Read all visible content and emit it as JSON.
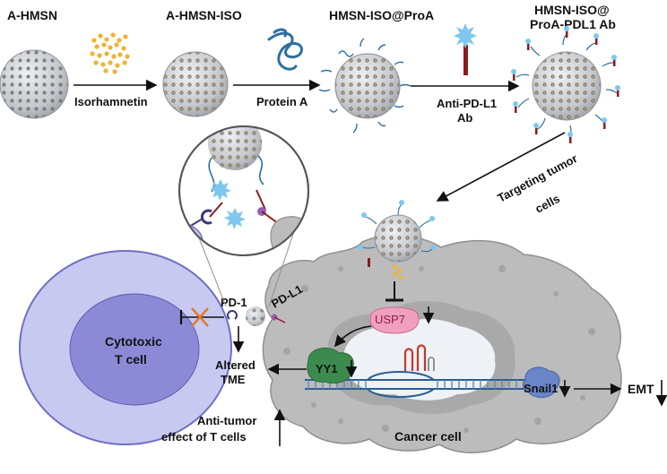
{
  "labels": {
    "a_hmsn": "A-HMSN",
    "a_hmsn_iso": "A-HMSN-ISO",
    "hmsn_iso_proa": "HMSN-ISO@ProA",
    "final_np_line1": "HMSN-ISO@",
    "final_np_line2": "ProA-PDL1 Ab",
    "isorhamnetin": "Isorhamnetin",
    "protein_a": "Protein A",
    "anti_pdl1_line1": "Anti-PD-L1",
    "anti_pdl1_line2": "Ab",
    "targeting_line1": "Targeting tumor",
    "targeting_line2": "cells",
    "pd1": "PD-1",
    "pdl1": "PD-L1",
    "cytotoxic_line1": "Cytotoxic",
    "cytotoxic_line2": "T cell",
    "altered_line1": "Altered",
    "altered_line2": "TME",
    "usp7": "USP7",
    "yy1": "YY1",
    "snail1": "Snail1",
    "emt": "EMT",
    "antitumor_line1": "Anti-tumor",
    "antitumor_line2": "effect of T cells",
    "cancer_cell": "Cancer cell"
  },
  "colors": {
    "nanoparticle": "#c9cbce",
    "pore": "#6b7076",
    "isorhamnetin": "#f2b233",
    "protein_a": "#2e6fa0",
    "antibody_stem": "#8a1c1c",
    "antibody_star": "#7ec8ef",
    "t_cell_outer": "#c8c9f0",
    "t_cell_inner": "#8c8ad6",
    "cancer_cell": "#b9b9b9",
    "nucleus": "#d9d9d9",
    "usp7": "#f0a0be",
    "yy1": "#3c8b4e",
    "snail1": "#6a86c8",
    "dna": "#3a6ea8",
    "inhibit_cross": "#e07a2a"
  },
  "icons": [
    "nanoparticle-icon",
    "isorhamnetin-dots-icon",
    "protein-a-icon",
    "antibody-icon",
    "t-cell-icon",
    "cancer-cell-icon",
    "dna-icon",
    "zoom-lens-icon"
  ]
}
